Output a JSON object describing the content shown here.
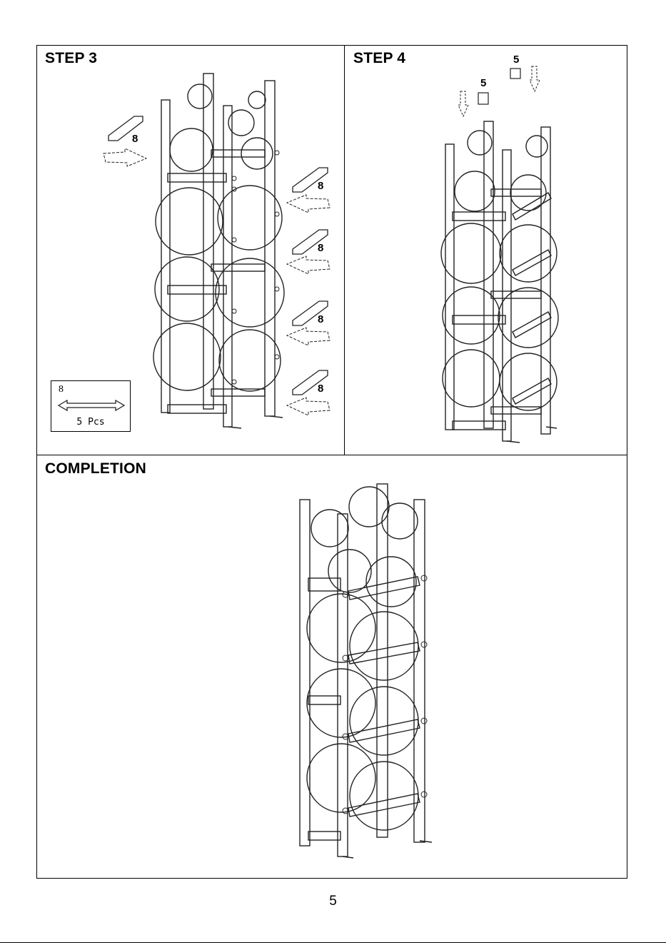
{
  "steps": {
    "step3": {
      "title": "STEP 3",
      "part": "8"
    },
    "step4": {
      "title": "STEP 4",
      "part": "5"
    },
    "completion": {
      "title": "COMPLETION"
    }
  },
  "legend": {
    "part_number": "8",
    "quantity": "5 Pcs"
  },
  "page_number": "5"
}
